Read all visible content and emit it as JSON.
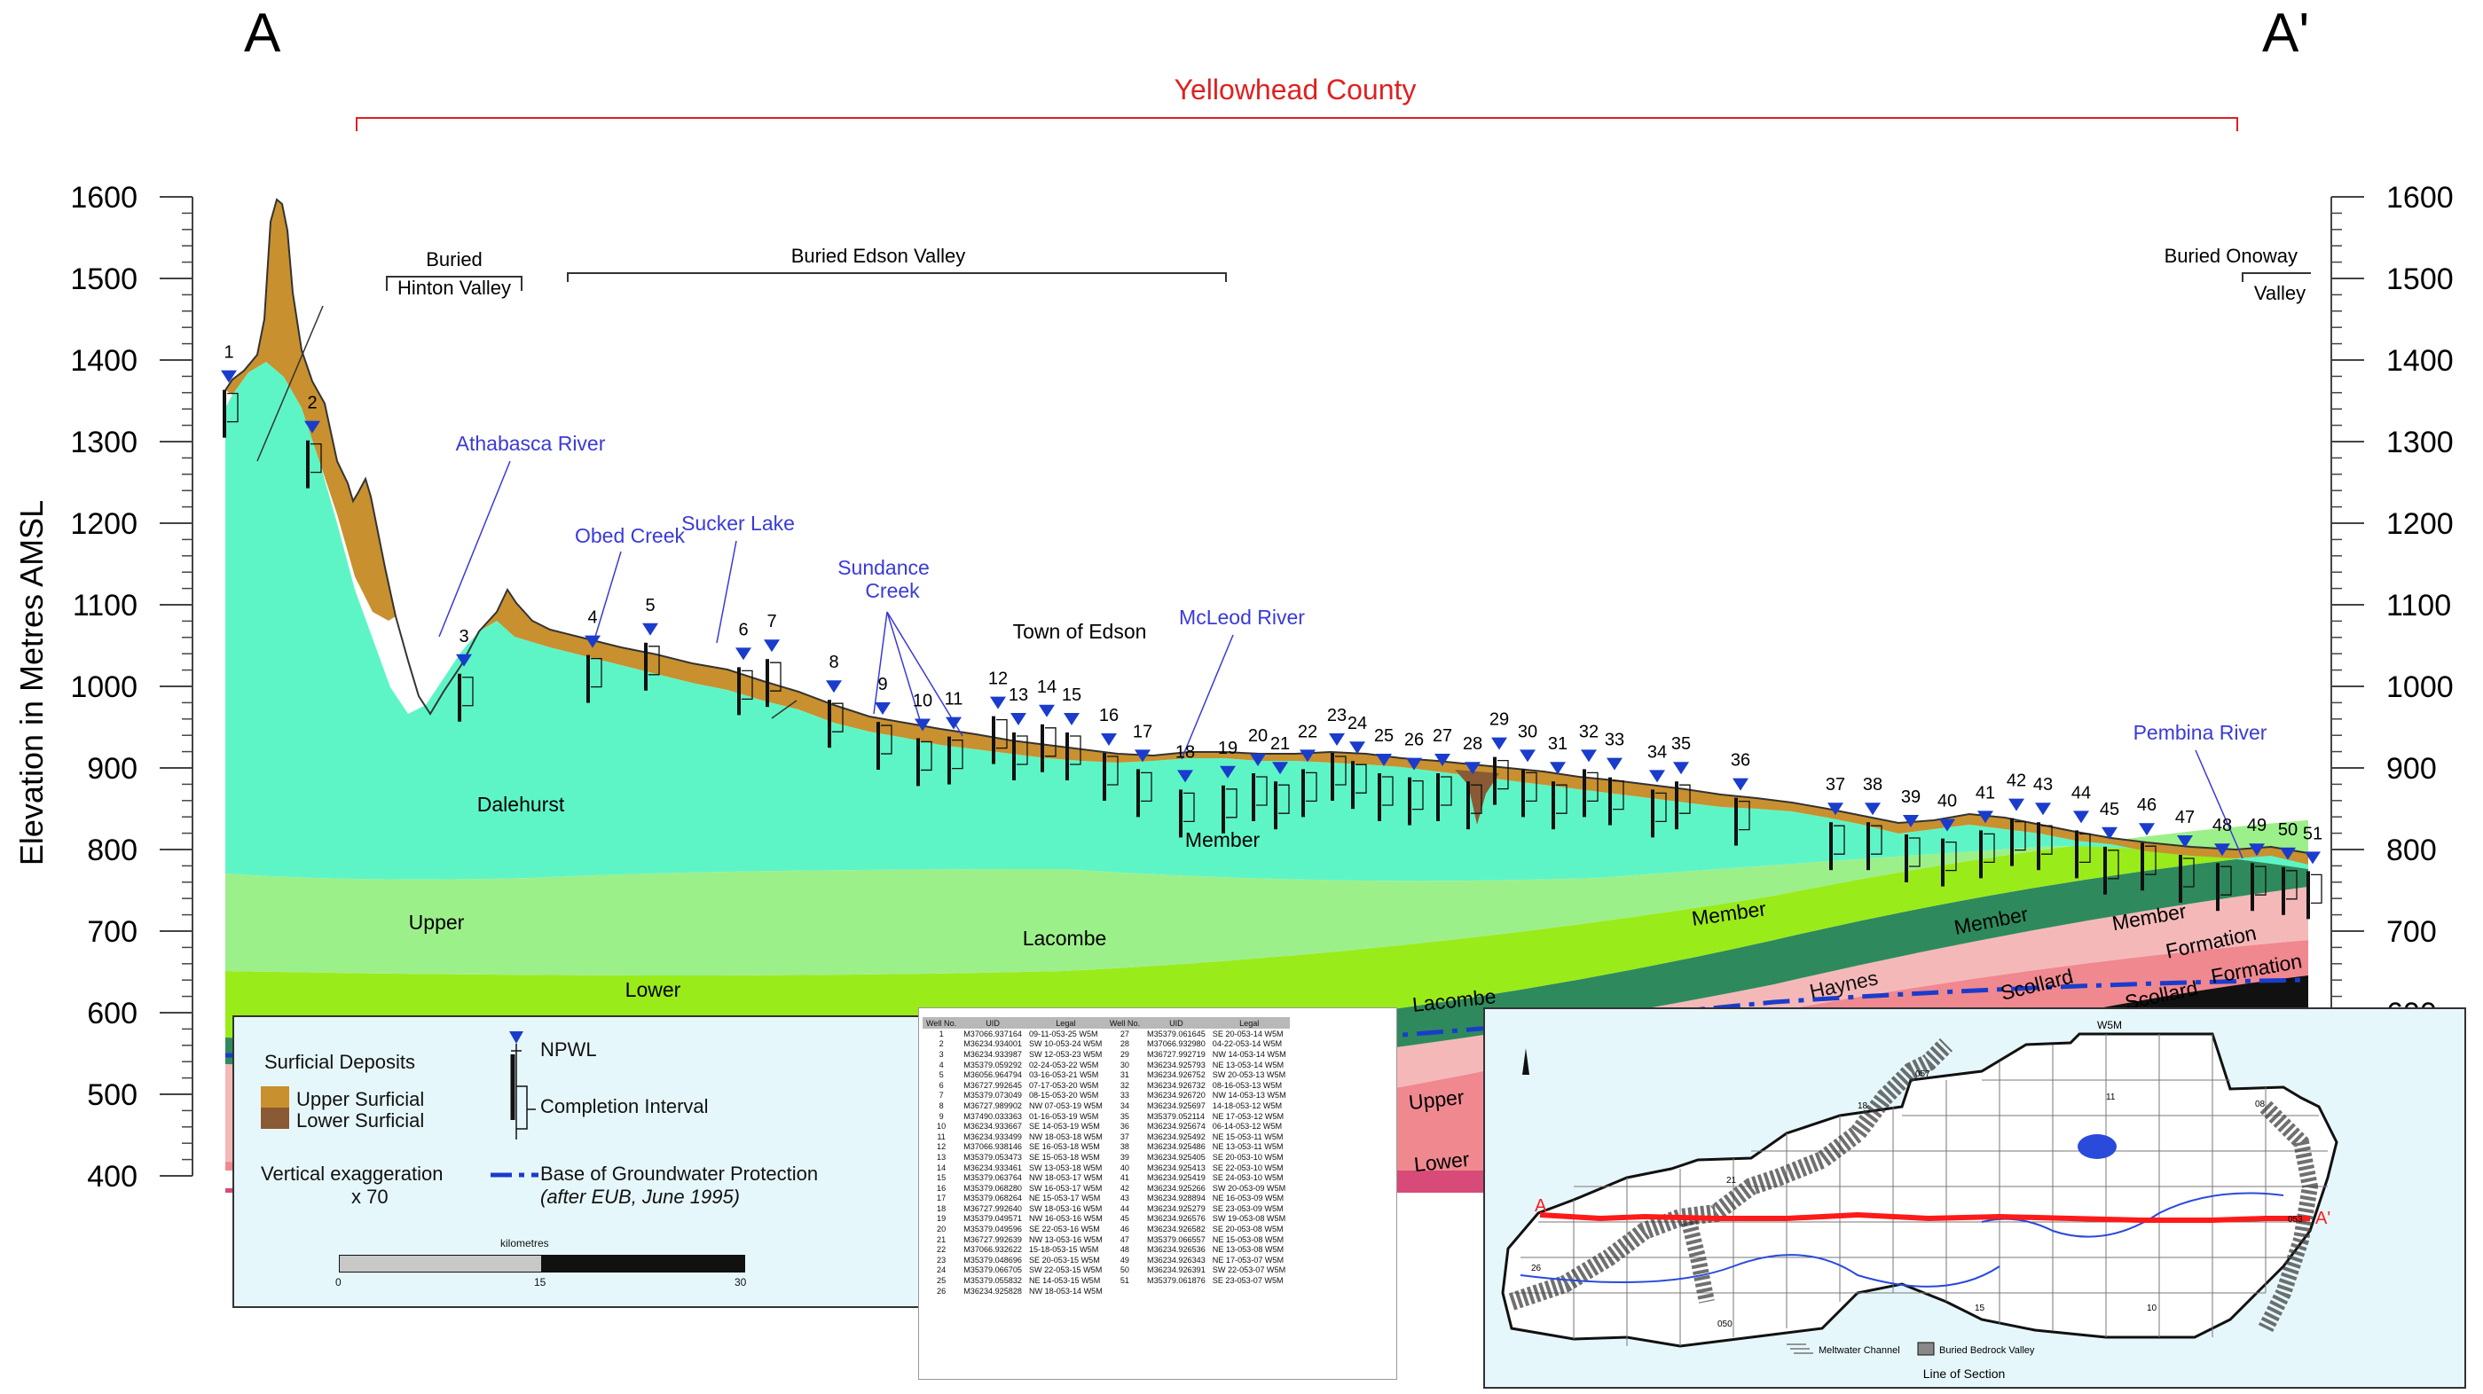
{
  "header": {
    "left_label": "A",
    "right_label": "A'",
    "county": "Yellowhead County"
  },
  "y_axis": {
    "label": "Elevation in Metres AMSL",
    "ticks": [
      1600,
      1500,
      1400,
      1300,
      1200,
      1100,
      1000,
      900,
      800,
      700,
      600,
      500,
      400
    ],
    "ylim": [
      400,
      1600
    ]
  },
  "valleys": {
    "hinton_1": "Buried",
    "hinton_2": "Hinton Valley",
    "edson": "Buried Edson Valley",
    "onoway_1": "Buried Onoway",
    "onoway_2": "Valley"
  },
  "rivers": {
    "athabasca": "Athabasca River",
    "obed": "Obed Creek",
    "sucker": "Sucker Lake",
    "sundance_1": "Sundance",
    "sundance_2": "Creek",
    "mcleod": "McLeod River",
    "pembina": "Pembina River"
  },
  "town": "Town of Edson",
  "units": {
    "dalehurst": "Dalehurst",
    "member_mid": "Member",
    "upper_1": "Upper",
    "lacombe_1": "Lacombe",
    "member_2": "Member",
    "member_3": "Member",
    "member_4": "Member",
    "lower_1": "Lower",
    "lacombe_2": "Lacombe",
    "haynes": "Haynes",
    "scollard_1": "Scollard",
    "scollard_2": "Scollard",
    "formation_1": "Formation",
    "formation_2": "Formation",
    "upper_2": "Upper",
    "lower_2": "Lower"
  },
  "colors": {
    "upper_surficial": "#c8902e",
    "lower_surficial": "#8a5a34",
    "dalehurst": "#5ef5c6",
    "upper_lacombe": "#9cf08a",
    "lower_lacombe": "#9aeb1a",
    "haynes": "#2e8a5c",
    "scollard": "#f5b8b8",
    "scollard_dark": "#f08890",
    "formation_deep": "#d84a78",
    "base_line": "#1a3ccc",
    "water_marker": "#1a3ccc",
    "county_line": "#e02020"
  },
  "wells": [
    {
      "n": "1",
      "e": 1370
    },
    {
      "n": "2",
      "e": 1308
    },
    {
      "n": "3",
      "e": 1022
    },
    {
      "n": "4",
      "e": 1045
    },
    {
      "n": "5",
      "e": 1060
    },
    {
      "n": "6",
      "e": 1030
    },
    {
      "n": "7",
      "e": 1040
    },
    {
      "n": "8",
      "e": 990
    },
    {
      "n": "9",
      "e": 963
    },
    {
      "n": "10",
      "e": 943
    },
    {
      "n": "11",
      "e": 945
    },
    {
      "n": "12",
      "e": 970
    },
    {
      "n": "13",
      "e": 950
    },
    {
      "n": "14",
      "e": 960
    },
    {
      "n": "15",
      "e": 950
    },
    {
      "n": "16",
      "e": 925
    },
    {
      "n": "17",
      "e": 905
    },
    {
      "n": "18",
      "e": 880
    },
    {
      "n": "19",
      "e": 885
    },
    {
      "n": "20",
      "e": 900
    },
    {
      "n": "21",
      "e": 890
    },
    {
      "n": "22",
      "e": 905
    },
    {
      "n": "23",
      "e": 925
    },
    {
      "n": "24",
      "e": 915
    },
    {
      "n": "25",
      "e": 900
    },
    {
      "n": "26",
      "e": 895
    },
    {
      "n": "27",
      "e": 900
    },
    {
      "n": "28",
      "e": 890
    },
    {
      "n": "29",
      "e": 920
    },
    {
      "n": "30",
      "e": 905
    },
    {
      "n": "31",
      "e": 890
    },
    {
      "n": "32",
      "e": 905
    },
    {
      "n": "33",
      "e": 895
    },
    {
      "n": "34",
      "e": 880
    },
    {
      "n": "35",
      "e": 890
    },
    {
      "n": "36",
      "e": 870
    },
    {
      "n": "37",
      "e": 840
    },
    {
      "n": "38",
      "e": 840
    },
    {
      "n": "39",
      "e": 825
    },
    {
      "n": "40",
      "e": 820
    },
    {
      "n": "41",
      "e": 830
    },
    {
      "n": "42",
      "e": 845
    },
    {
      "n": "43",
      "e": 840
    },
    {
      "n": "44",
      "e": 830
    },
    {
      "n": "45",
      "e": 810
    },
    {
      "n": "46",
      "e": 815
    },
    {
      "n": "47",
      "e": 800
    },
    {
      "n": "48",
      "e": 790
    },
    {
      "n": "49",
      "e": 790
    },
    {
      "n": "50",
      "e": 785
    },
    {
      "n": "51",
      "e": 780
    }
  ],
  "legend": {
    "surficial_title": "Surficial Deposits",
    "upper_surficial": "Upper Surficial",
    "lower_surficial": "Lower Surficial",
    "npwl": "NPWL",
    "completion": "Completion Interval",
    "vert_1": "Vertical exaggeration",
    "vert_2": "x 70",
    "base_1": "Base of Groundwater Protection",
    "base_2": "(after EUB, June 1995)",
    "scale_title": "kilometres",
    "scale_0": "0",
    "scale_15": "15",
    "scale_30": "30"
  },
  "well_table": {
    "headers": [
      "Well No.",
      "UID",
      "Legal",
      "Well No.",
      "UID",
      "Legal"
    ],
    "rows": [
      [
        "1",
        "M37066.937164",
        "09-11-053-25 W5M",
        "27",
        "M35379.061645",
        "SE 20-053-14 W5M"
      ],
      [
        "2",
        "M36234.934001",
        "SW 10-053-24 W5M",
        "28",
        "M37066.932980",
        "04-22-053-14 W5M"
      ],
      [
        "3",
        "M36234.933987",
        "SW 12-053-23 W5M",
        "29",
        "M36727.992719",
        "NW 14-053-14 W5M"
      ],
      [
        "4",
        "M35379.059292",
        "02-24-053-22 W5M",
        "30",
        "M36234.925793",
        "NE 13-053-14 W5M"
      ],
      [
        "5",
        "M36056.964794",
        "03-16-053-21 W5M",
        "31",
        "M36234.926752",
        "SW 20-053-13 W5M"
      ],
      [
        "6",
        "M36727.992645",
        "07-17-053-20 W5M",
        "32",
        "M36234.926732",
        "08-16-053-13 W5M"
      ],
      [
        "7",
        "M35379.073049",
        "08-15-053-20 W5M",
        "33",
        "M36234.926720",
        "NW 14-053-13 W5M"
      ],
      [
        "8",
        "M36727.989902",
        "NW 07-053-19 W5M",
        "34",
        "M36234.925697",
        "14-18-053-12 W5M"
      ],
      [
        "9",
        "M37490.033363",
        "01-16-053-19 W5M",
        "35",
        "M35379.052114",
        "NE 17-053-12 W5M"
      ],
      [
        "10",
        "M36234.933667",
        "SE 14-053-19 W5M",
        "36",
        "M36234.925674",
        "06-14-053-12 W5M"
      ],
      [
        "11",
        "M36234.933499",
        "NW 18-053-18 W5M",
        "37",
        "M36234.925492",
        "NE 15-053-11 W5M"
      ],
      [
        "12",
        "M37066.938146",
        "SE 16-053-18 W5M",
        "38",
        "M36234.925486",
        "NE 13-053-11 W5M"
      ],
      [
        "13",
        "M35379.053473",
        "SE 15-053-18 W5M",
        "39",
        "M36234.925405",
        "SE 20-053-10 W5M"
      ],
      [
        "14",
        "M36234.933461",
        "SW 13-053-18 W5M",
        "40",
        "M36234.925413",
        "SE 22-053-10 W5M"
      ],
      [
        "15",
        "M35379.063764",
        "NW 18-053-17 W5M",
        "41",
        "M36234.925419",
        "SE 24-053-10 W5M"
      ],
      [
        "16",
        "M35379.068280",
        "SW 16-053-17 W5M",
        "42",
        "M36234.925266",
        "SW 20-053-09 W5M"
      ],
      [
        "17",
        "M35379.068264",
        "NE 15-053-17 W5M",
        "43",
        "M36234.928894",
        "NE 16-053-09 W5M"
      ],
      [
        "18",
        "M36727.992640",
        "SW 18-053-16 W5M",
        "44",
        "M36234.925279",
        "SE 23-053-09 W5M"
      ],
      [
        "19",
        "M35379.049571",
        "NW 16-053-16 W5M",
        "45",
        "M36234.926576",
        "SW 19-053-08 W5M"
      ],
      [
        "20",
        "M35379.049596",
        "SE 22-053-16 W5M",
        "46",
        "M36234.926582",
        "SE 20-053-08 W5M"
      ],
      [
        "21",
        "M36727.992639",
        "NW 13-053-16 W5M",
        "47",
        "M35379.066557",
        "NE 15-053-08 W5M"
      ],
      [
        "22",
        "M37066.932622",
        "15-18-053-15 W5M",
        "48",
        "M36234.926536",
        "NE 13-053-08 W5M"
      ],
      [
        "23",
        "M35379.048696",
        "SE 20-053-15 W5M",
        "49",
        "M36234.926343",
        "NE 17-053-07 W5M"
      ],
      [
        "24",
        "M35379.066705",
        "SW 22-053-15 W5M",
        "50",
        "M36234.926391",
        "SW 22-053-07 W5M"
      ],
      [
        "25",
        "M35379.055832",
        "NE 14-053-15 W5M",
        "51",
        "M35379.061876",
        "SE 23-053-07 W5M"
      ],
      [
        "26",
        "M36234.925828",
        "NW 18-053-14 W5M",
        "",
        "",
        " "
      ]
    ]
  },
  "map": {
    "meridian": "W5M",
    "section_a": "A",
    "section_a2": "A'",
    "township_labels": [
      "057",
      "053",
      "050"
    ],
    "range_labels": [
      "26",
      "21",
      "18",
      "15",
      "11",
      "10",
      "08"
    ],
    "legend_meltwater": "Meltwater Channel",
    "legend_bedrock": "Buried Bedrock Valley",
    "caption": "Line of Section"
  }
}
